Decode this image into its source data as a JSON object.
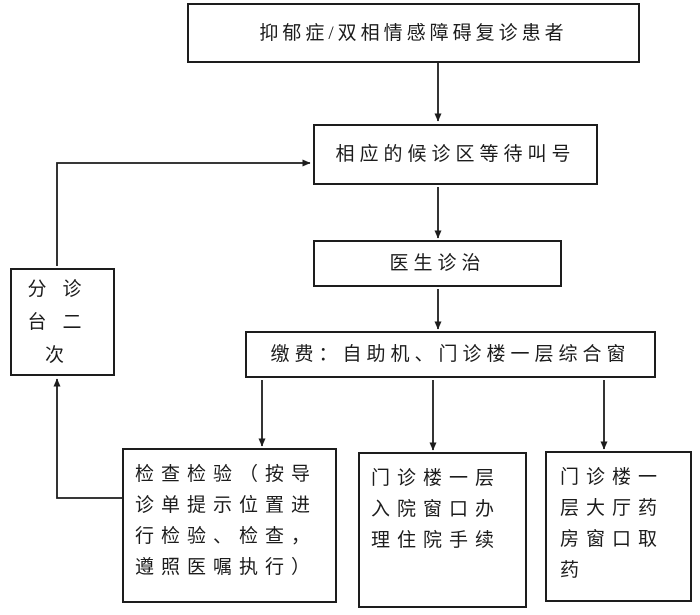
{
  "colors": {
    "line": "#1d1d1d",
    "text": "#1c1c1c",
    "background": "#ffffff"
  },
  "flowchart": {
    "nodes": {
      "patient": {
        "label": "抑郁症/双相情感障碍复诊患者"
      },
      "waiting": {
        "label": "相应的候诊区等待叫号"
      },
      "doctor": {
        "label": "医生诊治"
      },
      "payment": {
        "label": "缴费：自助机、门诊楼一层综合窗"
      },
      "exam": {
        "label": [
          "检查检验（按导",
          "诊单提示位置进",
          "行检验、检查，",
          "遵照医嘱执行）"
        ]
      },
      "admission": {
        "label": [
          "门诊楼一层",
          "入院窗口办",
          "理住院手续"
        ]
      },
      "pharmacy": {
        "label": [
          "门诊楼一",
          "层大厅药",
          "房窗口取",
          "药"
        ]
      },
      "triage": {
        "label": [
          "分诊",
          "台二",
          "次"
        ]
      }
    },
    "edges": [
      {
        "from": "patient",
        "to": "waiting"
      },
      {
        "from": "waiting",
        "to": "doctor"
      },
      {
        "from": "doctor",
        "to": "payment"
      },
      {
        "from": "payment",
        "to": "exam"
      },
      {
        "from": "payment",
        "to": "admission"
      },
      {
        "from": "payment",
        "to": "pharmacy"
      },
      {
        "from": "exam",
        "to": "triage"
      },
      {
        "from": "triage",
        "to": "waiting"
      }
    ]
  }
}
